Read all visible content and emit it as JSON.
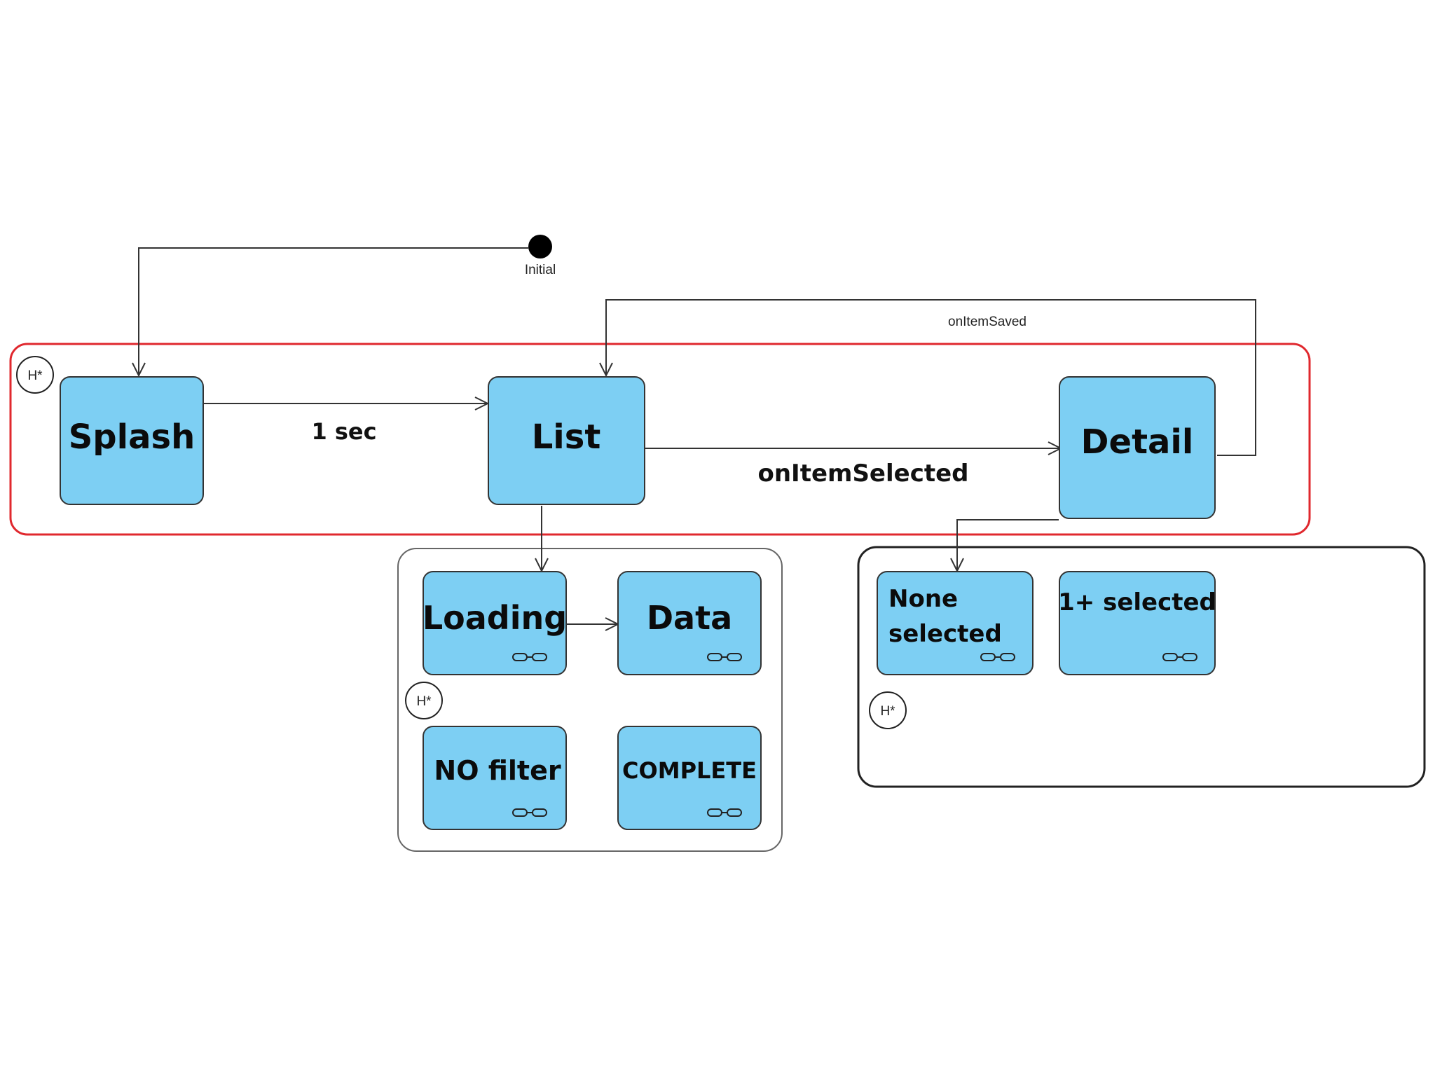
{
  "initial": {
    "label": "Initial"
  },
  "history_marker": "H*",
  "states": {
    "splash": "Splash",
    "list": "List",
    "detail": "Detail",
    "loading": "Loading",
    "data": "Data",
    "no_filter": "NO filter",
    "complete": "COMPLETE",
    "none_selected_line1": "None",
    "none_selected_line2": "selected",
    "one_plus_selected": "1+ selected"
  },
  "transitions": {
    "splash_to_list": "1 sec",
    "list_to_detail": "onItemSelected",
    "detail_to_list": "onItemSaved"
  },
  "colors": {
    "state_fill": "#7dcff3",
    "state_stroke": "#333333",
    "main_region": "#e0282e",
    "edge": "#333333",
    "initial_node": "#000000"
  }
}
